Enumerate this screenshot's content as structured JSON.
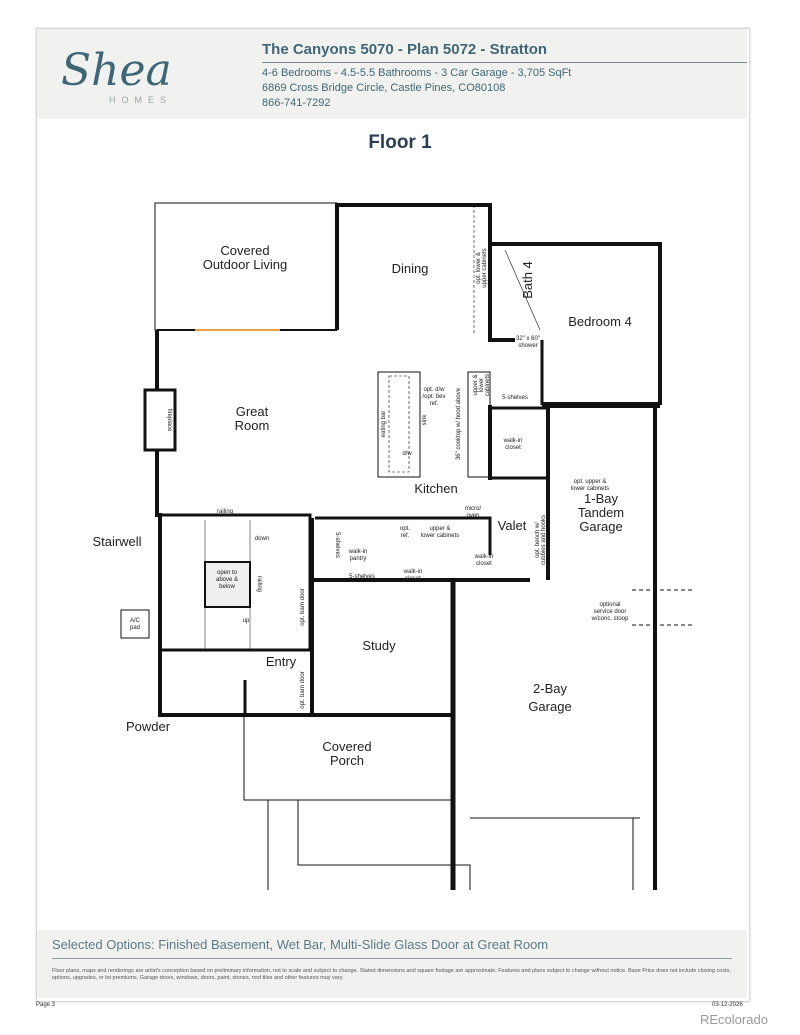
{
  "header": {
    "logo": {
      "text": "Shea",
      "subtext": "HOMES",
      "color": "#3e6676"
    },
    "title": "The Canyons 5070 - Plan 5072 - Stratton",
    "specs": "4-6 Bedrooms - 4.5-5.5 Bathrooms - 3 Car Garage - 3,705 SqFt",
    "address": "6869 Cross Bridge Circle, Castle Pines, CO80108",
    "phone": "866-741-7292"
  },
  "floor_title": "Floor 1",
  "rooms": {
    "covered_outdoor_living": [
      "Covered",
      "Outdoor Living"
    ],
    "dining": "Dining",
    "bath4": "Bath 4",
    "bedroom4": "Bedroom 4",
    "great_room": [
      "Great",
      "Room"
    ],
    "kitchen": "Kitchen",
    "valet": "Valet",
    "tandem_garage": [
      "1-Bay",
      "Tandem",
      "Garage"
    ],
    "stairwell": "Stairwell",
    "study": "Study",
    "entry": "Entry",
    "powder": "Powder",
    "garage": [
      "2-Bay",
      "Garage"
    ],
    "covered_porch": [
      "Covered",
      "Porch"
    ]
  },
  "notes": {
    "fireplace": "fireplace",
    "cabinets_dining": [
      "opt. lower &",
      "upper cabinets"
    ],
    "shower": [
      "32\" x 60\"",
      "shower"
    ],
    "shelves": "5-shelves",
    "eating_bar": "eating bar",
    "dw": [
      "opt. d/w",
      "/opt. bev",
      "ref."
    ],
    "sink": "sink",
    "dw2": "d/w",
    "cooktop": "36\" cooktop w/ hood above",
    "upper_lower": [
      "upper &",
      "lower",
      "cabinets"
    ],
    "walkin_closet": [
      "walk-in",
      "closet"
    ],
    "opt_upper_lower": [
      "opt. upper &",
      "lower cabinets"
    ],
    "micro_oven": [
      "micro/",
      "oven"
    ],
    "opt_ref": [
      "opt.",
      "ref."
    ],
    "upper_lower_cab": [
      "upper &",
      "lower cabinets"
    ],
    "walkin_pantry": [
      "walk-in",
      "pantry"
    ],
    "bench": [
      "opt. bench w/",
      "cubbies and hooks"
    ],
    "down": "down",
    "railing": "railing",
    "open_to": [
      "open to",
      "above &",
      "below"
    ],
    "up": "up",
    "ac_pad": [
      "A/C",
      "pad"
    ],
    "barn_door": "opt. barn door",
    "service_door": [
      "optional",
      "service door",
      "w/conc. stoop"
    ]
  },
  "footer": {
    "selected_options": "Selected Options: Finished Basement, Wet Bar, Multi-Slide Glass Door at Great Room",
    "disclaimer": "Floor plans, maps and renderings are artist's conception based on preliminary information, not to scale and subject to change. Stated dimensions and square footage are approximate. Features and plans subject to change without notice. Base Price does not include closing costs, options, upgrades, or lot premiums. Garage doors, windows, doors, paint, stones, roof tiles and other features may vary.",
    "page": "Page 3",
    "date": "03-12-2026"
  },
  "watermark": "REcolorado"
}
